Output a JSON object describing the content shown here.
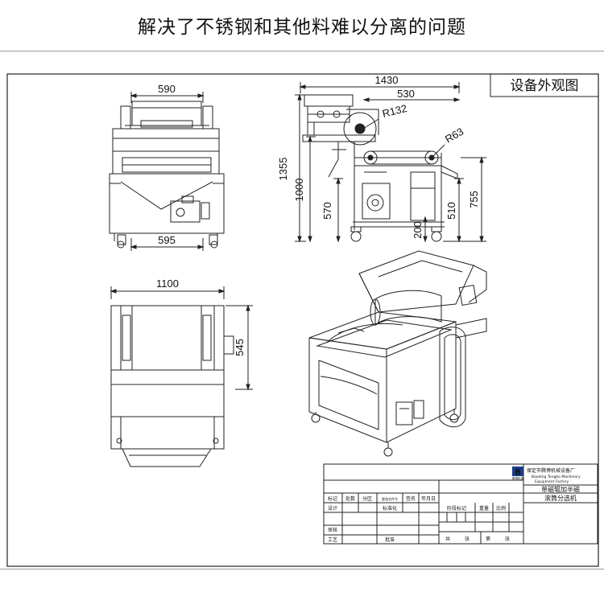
{
  "headline": "解决了不锈钢和其他料难以分离的问题",
  "drawing": {
    "view_title": "设备外观图",
    "front_view": {
      "top_width": "590",
      "bottom_width": "595"
    },
    "side_view": {
      "overall_length": "1430",
      "width_530": "530",
      "radius_large": "R132",
      "radius_small": "R63",
      "total_height": "1355",
      "height_1000": "1000",
      "height_570": "570",
      "height_200": "200",
      "height_510": "510",
      "height_755": "755"
    },
    "top_view": {
      "length": "1100",
      "width": "545"
    }
  },
  "title_block": {
    "company_cn": "保定市腾博机械设备厂",
    "company_en_1": "Baoding Tengbo Machinery",
    "company_en_2": "Equipment Factory",
    "logo_mark": "B",
    "logo_caption": "腾博机械",
    "product_line_1": "单磁辊加半磁",
    "product_line_2": "滚筒分选机",
    "col_headers": [
      "标记",
      "处数",
      "分区",
      "更改文件号",
      "签名",
      "年月日"
    ],
    "row_design": "设计",
    "row_standard": "标准化",
    "row_review": "审核",
    "row_process": "工艺",
    "row_approve": "批准",
    "stage_mark": "阶段标记",
    "weight": "重量",
    "ratio": "比例",
    "total_sheets": "共",
    "sheet_word_1": "张",
    "page_word": "第",
    "sheet_word_2": "张"
  }
}
